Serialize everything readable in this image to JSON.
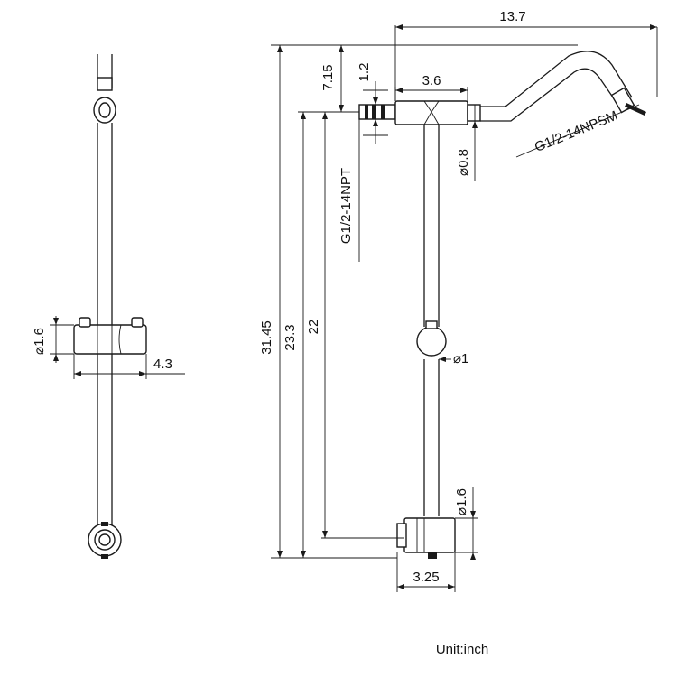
{
  "diagram": {
    "unit_label": "Unit:inch",
    "dimensions": {
      "top_width": "13.7",
      "arm_drop": "7.15",
      "thread_len": "1.2",
      "tee_width": "3.6",
      "pipe_dia": "⌀0.8",
      "total_height": "31.45",
      "height_23": "23.3",
      "height_22": "22",
      "slider_dia": "⌀1",
      "bottom_dia": "⌀1.6",
      "bottom_width": "3.25",
      "side_dia": "⌀1.6",
      "side_width": "4.3"
    },
    "threads": {
      "npt": "G1/2-14NPT",
      "npsm": "G1/2-14NPSM"
    }
  }
}
